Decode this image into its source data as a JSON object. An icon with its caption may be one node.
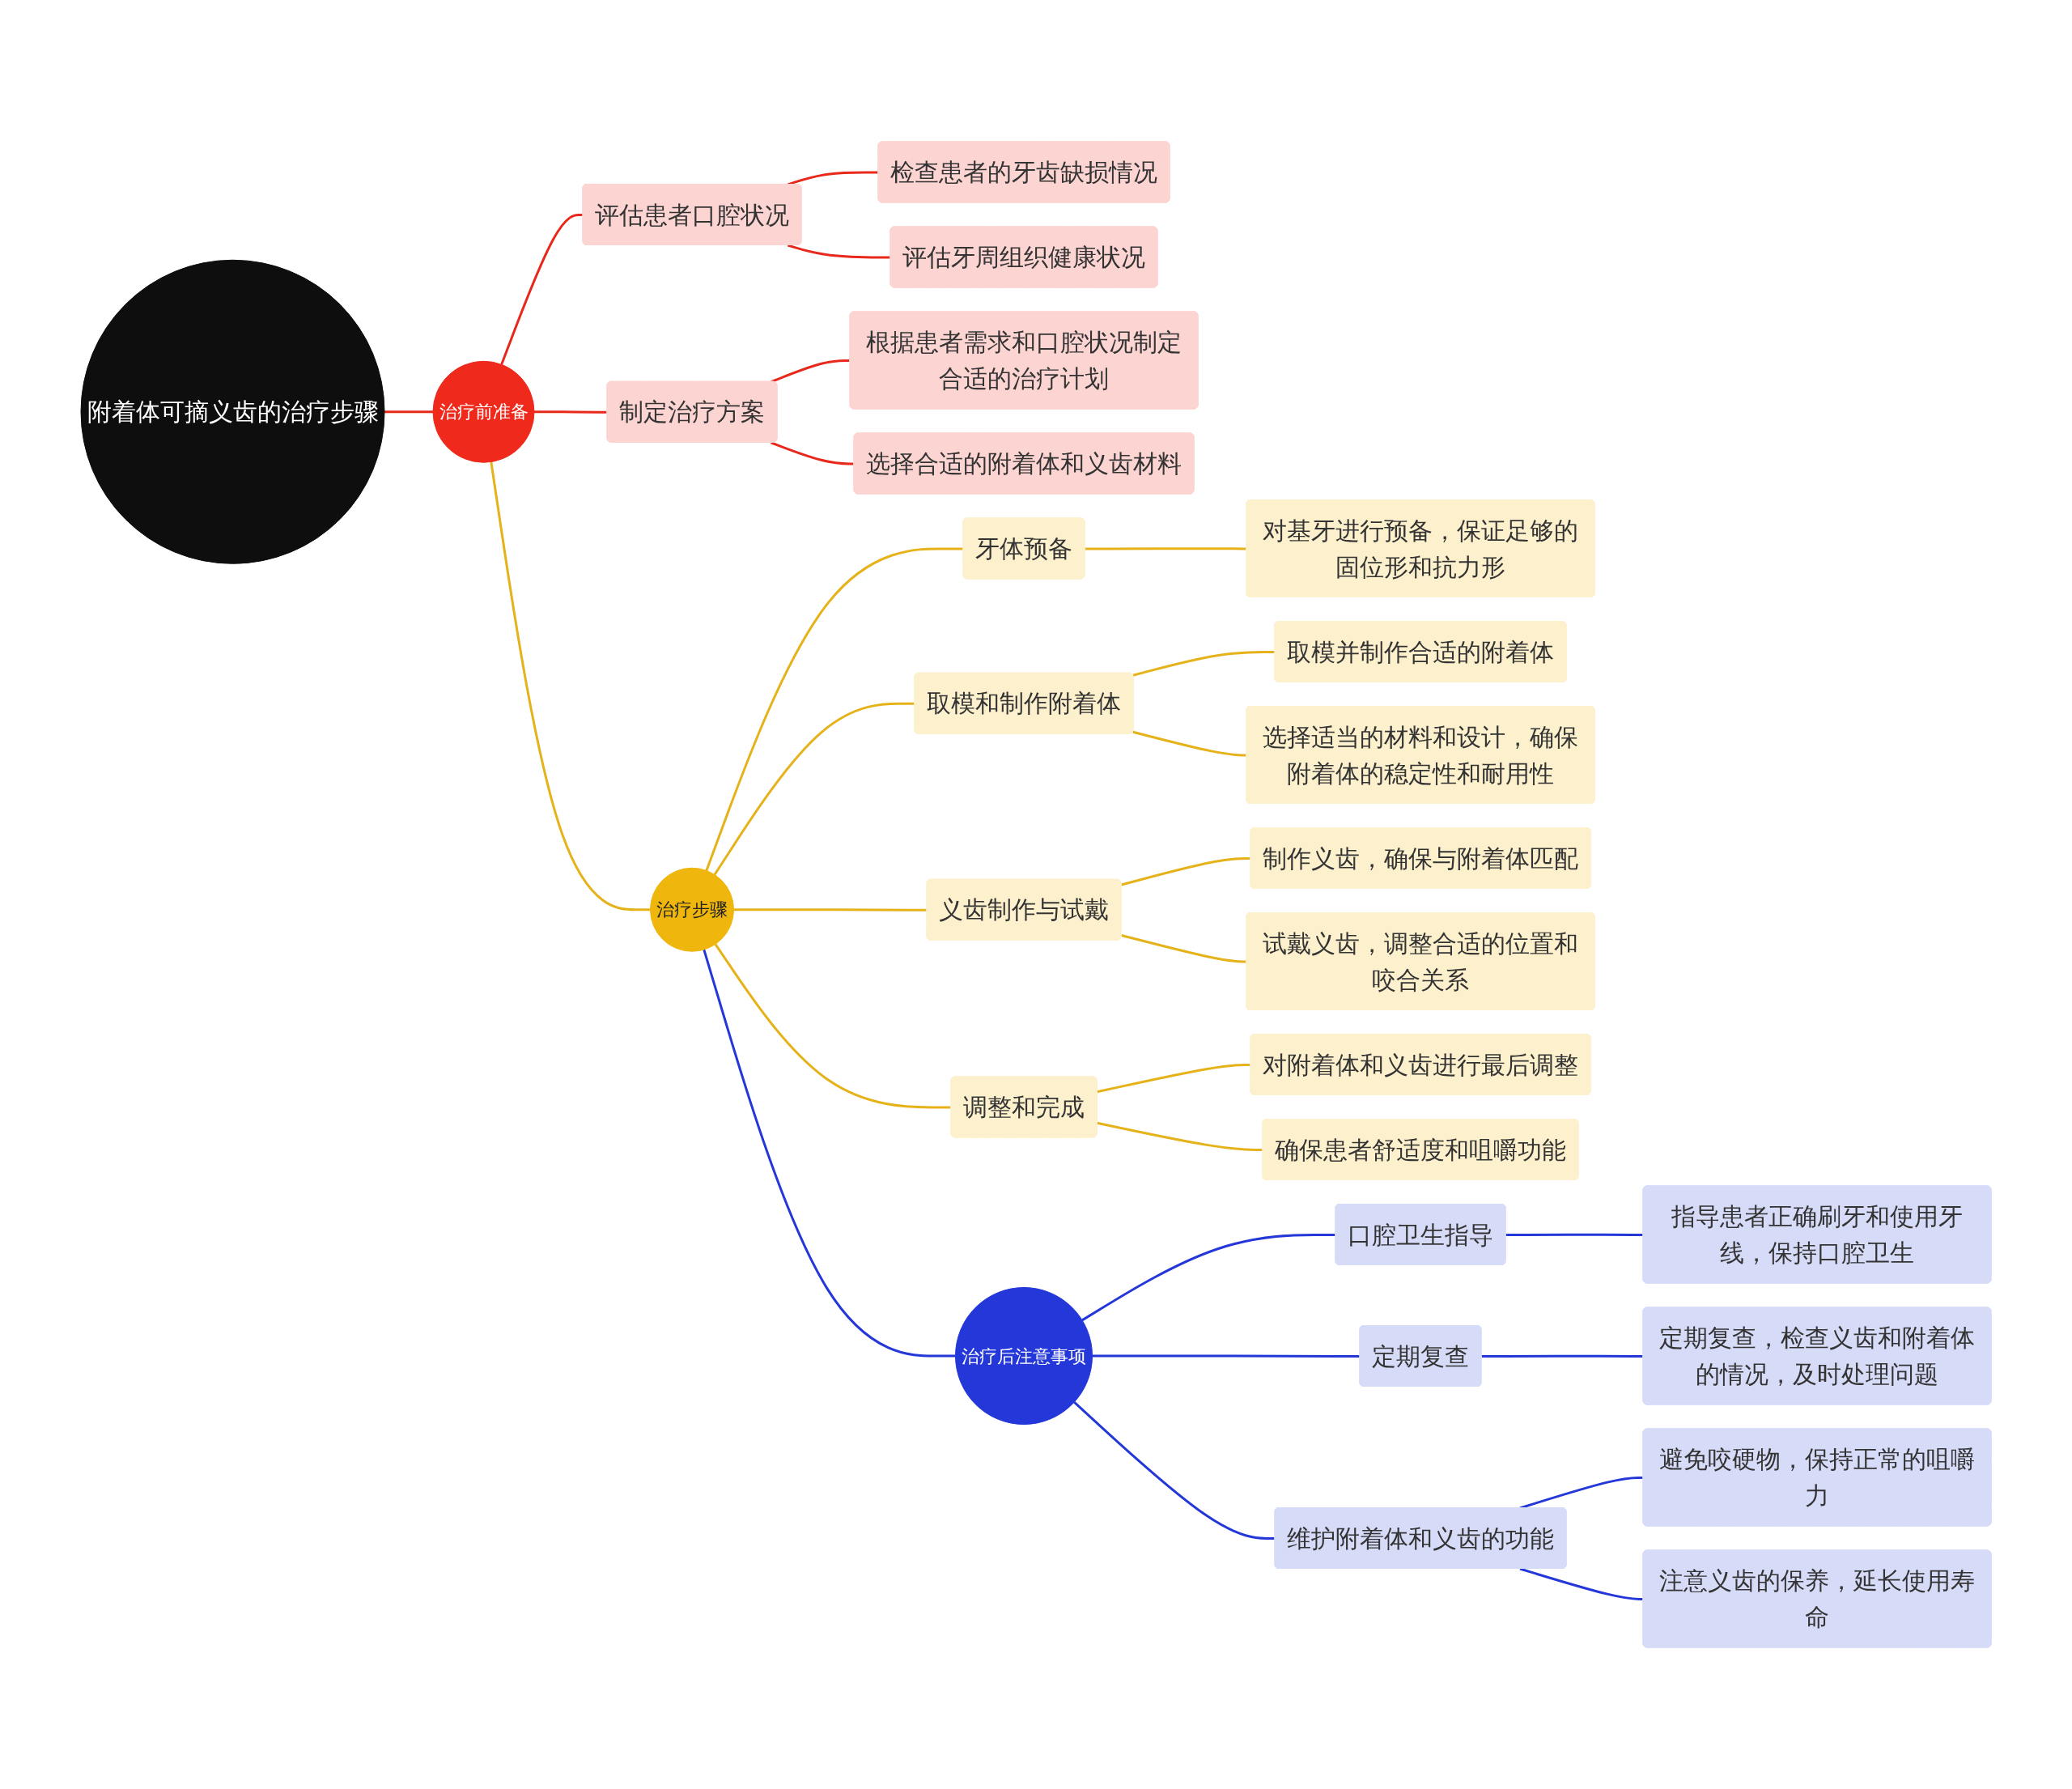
{
  "diagram": {
    "nodes": [
      {
        "text": [
          "附着体可摘义齿的治疗步骤"
        ]
      },
      {
        "text": [
          "治疗前准备"
        ]
      },
      {
        "text": [
          "评估患者口腔状况"
        ]
      },
      {
        "text": [
          "检查患者的牙齿缺损情况"
        ]
      },
      {
        "text": [
          "评估牙周组织健康状况"
        ]
      },
      {
        "text": [
          "制定治疗方案"
        ]
      },
      {
        "text": [
          "根据患者需求和口腔状况制定合适的治疗计划"
        ]
      },
      {
        "text": [
          "选择合适的附着体和义齿材料"
        ]
      },
      {
        "text": [
          "治疗步骤"
        ]
      },
      {
        "text": [
          "牙体预备"
        ]
      },
      {
        "text": [
          "对基牙进行预备，保证足够的固位形和抗力形"
        ]
      },
      {
        "text": [
          "取模和制作附着体"
        ]
      },
      {
        "text": [
          "取模并制作合适的附着体"
        ]
      },
      {
        "text": [
          "选择适当的材料和设计，确保附着体的稳定性和耐用性"
        ]
      },
      {
        "text": [
          "义齿制作与试戴"
        ]
      },
      {
        "text": [
          "制作义齿，确保与附着体匹配"
        ]
      },
      {
        "text": [
          "试戴义齿，调整合适的位置和咬合关系"
        ]
      },
      {
        "text": [
          "调整和完成"
        ]
      },
      {
        "text": [
          "对附着体和义齿进行最后调整"
        ]
      },
      {
        "text": [
          "确保患者舒适度和咀嚼功能"
        ]
      },
      {
        "text": [
          "治疗后注意事项"
        ]
      },
      {
        "text": [
          "口腔卫生指导"
        ]
      },
      {
        "text": [
          "指导患者正确刷牙和使用牙线，保持口腔卫生"
        ]
      },
      {
        "text": [
          "定期复查"
        ]
      },
      {
        "text": [
          "定期复查，检查义齿和附着体的情况，及时处理问题"
        ]
      },
      {
        "text": [
          "维护附着体和义齿的功能"
        ]
      },
      {
        "text": [
          "避免咬硬物，保持正常的咀嚼力"
        ]
      },
      {
        "text": [
          "注意义齿的保养，延长使用寿命"
        ]
      }
    ],
    "edges": [
      {
        "from": 0,
        "to": 1,
        "arrow": "none",
        "color": "#e8281b"
      },
      {
        "from": 1,
        "to": 2,
        "arrow": "none",
        "color": "#e8281b"
      },
      {
        "from": 2,
        "to": 3,
        "arrow": "none",
        "color": "#e8281b"
      },
      {
        "from": 2,
        "to": 4,
        "arrow": "none",
        "color": "#e8281b"
      },
      {
        "from": 1,
        "to": 5,
        "arrow": "none",
        "color": "#e8281b"
      },
      {
        "from": 5,
        "to": 6,
        "arrow": "none",
        "color": "#e8281b"
      },
      {
        "from": 5,
        "to": 7,
        "arrow": "none",
        "color": "#e8281b"
      },
      {
        "from": 1,
        "to": 8,
        "arrow": "none"
      },
      {
        "from": 8,
        "to": 9,
        "arrow": "none"
      },
      {
        "from": 9,
        "to": 10,
        "arrow": "none"
      },
      {
        "from": 8,
        "to": 11,
        "arrow": "none"
      },
      {
        "from": 11,
        "to": 12,
        "arrow": "none"
      },
      {
        "from": 11,
        "to": 13,
        "arrow": "none"
      },
      {
        "from": 8,
        "to": 14,
        "arrow": "none"
      },
      {
        "from": 14,
        "to": 15,
        "arrow": "none"
      },
      {
        "from": 14,
        "to": 16,
        "arrow": "none"
      },
      {
        "from": 8,
        "to": 17,
        "arrow": "none"
      },
      {
        "from": 17,
        "to": 18,
        "arrow": "none"
      },
      {
        "from": 17,
        "to": 19,
        "arrow": "none"
      },
      {
        "from": 8,
        "to": 20,
        "arrow": "none",
        "color": "#2437d8"
      },
      {
        "from": 20,
        "to": 21,
        "arrow": "none",
        "color": "#2437d8"
      },
      {
        "from": 21,
        "to": 22,
        "arrow": "none",
        "color": "#2437d8"
      },
      {
        "from": 20,
        "to": 23,
        "arrow": "none",
        "color": "#2437d8"
      },
      {
        "from": 23,
        "to": 24,
        "arrow": "none",
        "color": "#2437d8"
      },
      {
        "from": 20,
        "to": 25,
        "arrow": "none",
        "color": "#2437d8"
      },
      {
        "from": 25,
        "to": 26,
        "arrow": "none",
        "color": "#2437d8"
      },
      {
        "from": 25,
        "to": 27,
        "arrow": "none",
        "color": "#2437d8"
      }
    ]
  }
}
